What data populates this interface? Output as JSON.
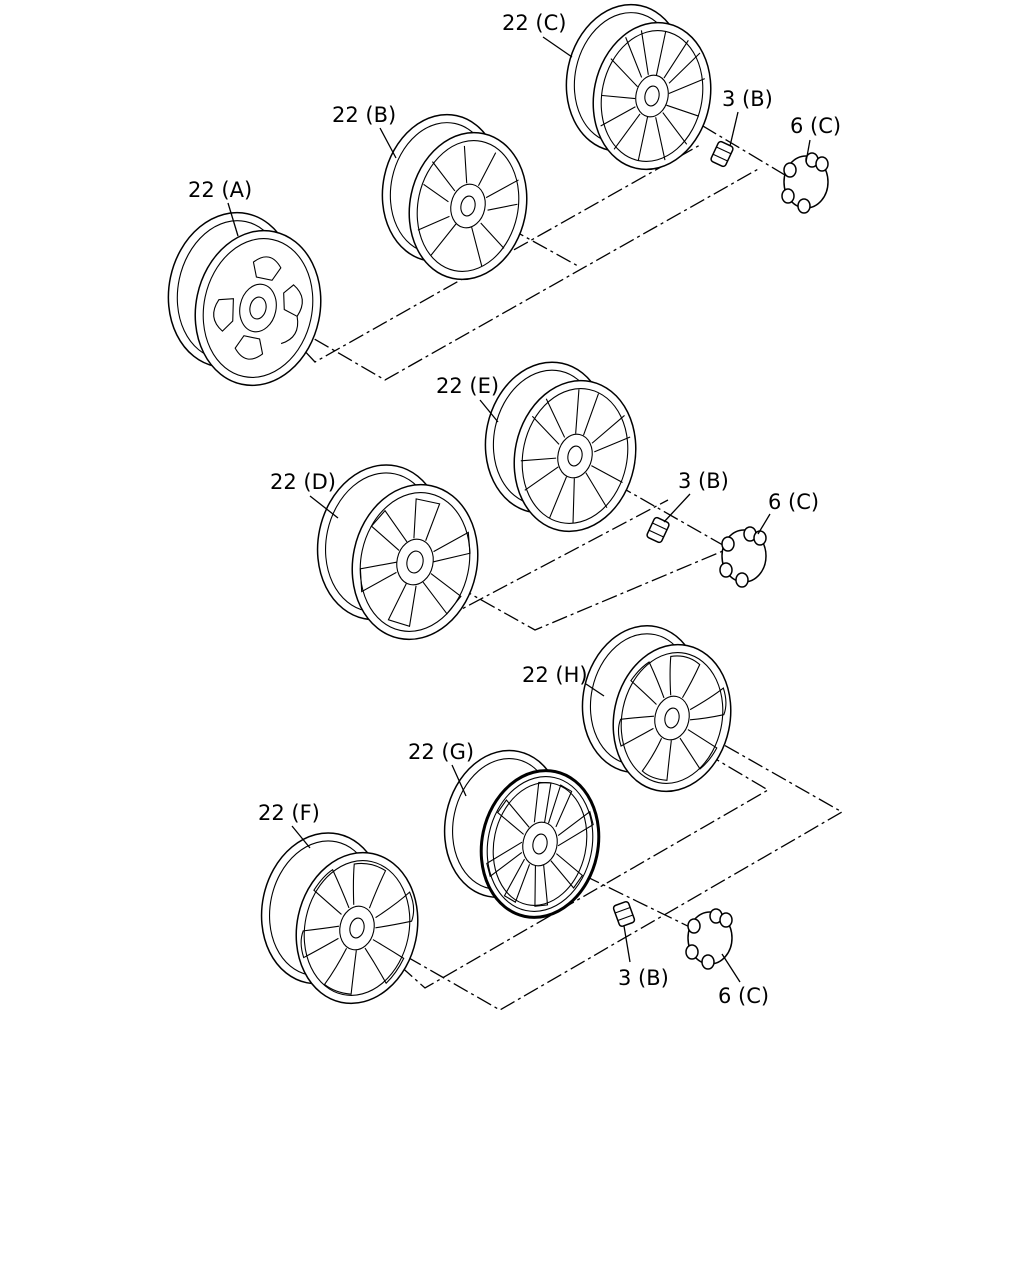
{
  "labels": {
    "wheel_a": "22 (A)",
    "wheel_b": "22 (B)",
    "wheel_c": "22 (C)",
    "wheel_d": "22 (D)",
    "wheel_e": "22 (E)",
    "wheel_f": "22 (F)",
    "wheel_g": "22 (G)",
    "wheel_h": "22 (H)",
    "nut_1": "3 (B)",
    "nut_2": "3 (B)",
    "nut_3": "3 (B)",
    "cap_1": "6 (C)",
    "cap_2": "6 (C)",
    "cap_3": "6 (C)"
  }
}
